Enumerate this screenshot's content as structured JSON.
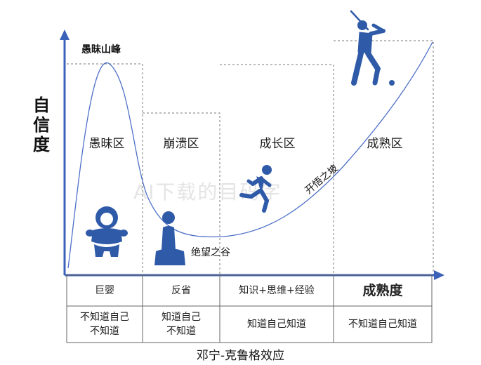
{
  "y_axis_label": [
    "自",
    "信",
    "度"
  ],
  "peak_label": "愚昧山峰",
  "valley_label": "绝望之谷",
  "slope_label": "开悟之坡",
  "watermark": "AI下载的目码字",
  "zones": [
    {
      "name": "愚昧区",
      "stage": "巨婴",
      "self_knowledge": [
        "不知道自己",
        "不知道"
      ]
    },
    {
      "name": "崩溃区",
      "stage": "反省",
      "self_knowledge": [
        "知道自己",
        "不知道"
      ]
    },
    {
      "name": "成长区",
      "stage": "知识+思维+经验",
      "self_knowledge": [
        "知道自己知道"
      ]
    },
    {
      "name": "成熟区",
      "stage": "成熟度",
      "self_knowledge": [
        "不知道自己知道"
      ]
    }
  ],
  "x_axis_caption": "邓宁-克鲁格效应",
  "icons": [
    "baby-icon",
    "meditating-person-icon",
    "running-person-icon",
    "golfer-icon"
  ],
  "colors": {
    "axis": "#3b62b8",
    "curve": "#4d6fc7",
    "icon": "#2f5aa8",
    "grid": "#7a7a7a"
  }
}
